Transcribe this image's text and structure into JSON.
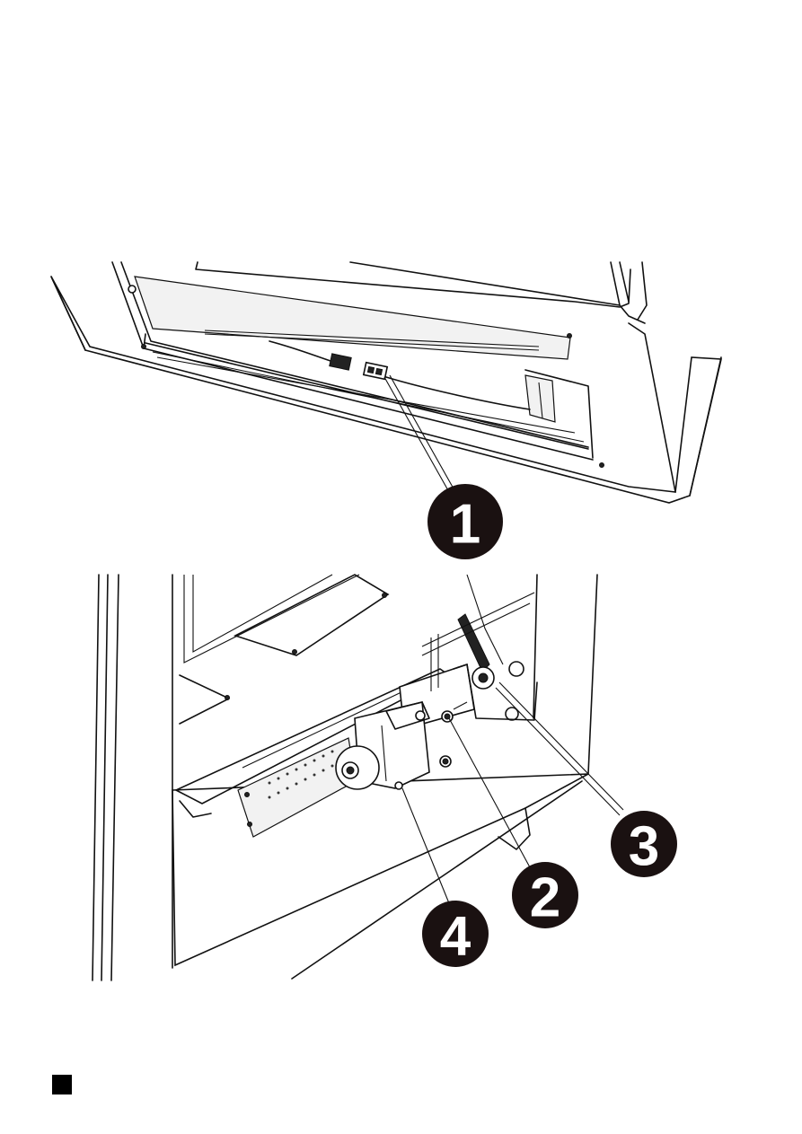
{
  "figure": {
    "upper_view": "connector-detail",
    "lower_view": "motor-assembly-detail"
  },
  "callouts": [
    {
      "id": "1",
      "label": "1"
    },
    {
      "id": "2",
      "label": "2"
    },
    {
      "id": "3",
      "label": "3"
    },
    {
      "id": "4",
      "label": "4"
    }
  ],
  "colors": {
    "ink": "#111111",
    "callout_fill": "#1a1111",
    "callout_text": "#ffffff",
    "paper": "#ffffff"
  },
  "page_marker": {
    "shape": "black-square"
  }
}
